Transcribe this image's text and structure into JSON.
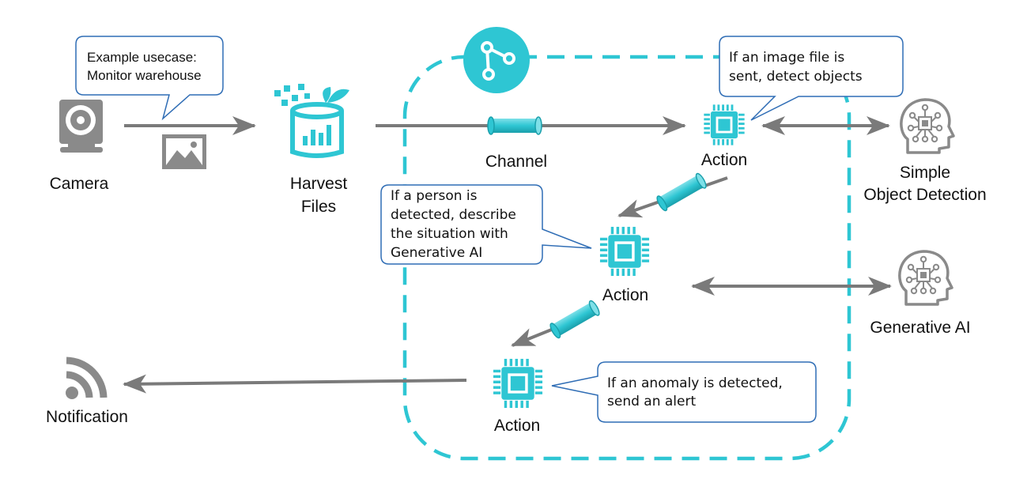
{
  "labels": {
    "camera": "Camera",
    "harvest_line1": "Harvest",
    "harvest_line2": "Files",
    "channel": "Channel",
    "action_top": "Action",
    "action_mid": "Action",
    "action_bottom": "Action",
    "simple_line1": "Simple",
    "simple_line2": "Object Detection",
    "generative_ai": "Generative AI",
    "notification": "Notification"
  },
  "callouts": {
    "usecase_line1": "Example usecase:",
    "usecase_line2": "Monitor warehouse",
    "image_line1": "If an image file is",
    "image_line2": "sent, detect objects",
    "person_line1": "If a person is",
    "person_line2": "detected, describe",
    "person_line3": "the situation with",
    "person_line4": "Generative AI",
    "anomaly_line1": "If an anomaly is detected,",
    "anomaly_line2": "send an alert"
  },
  "colors": {
    "accent": "#2ec6d3",
    "arrow": "#7a7a7a",
    "callout_border": "#2f6db5",
    "icon_gray": "#8a8a8a"
  },
  "icons": [
    "camera-icon",
    "image-icon",
    "harvest-files-icon",
    "channel-icon",
    "chip-icon",
    "ai-head-icon",
    "rss-icon"
  ]
}
